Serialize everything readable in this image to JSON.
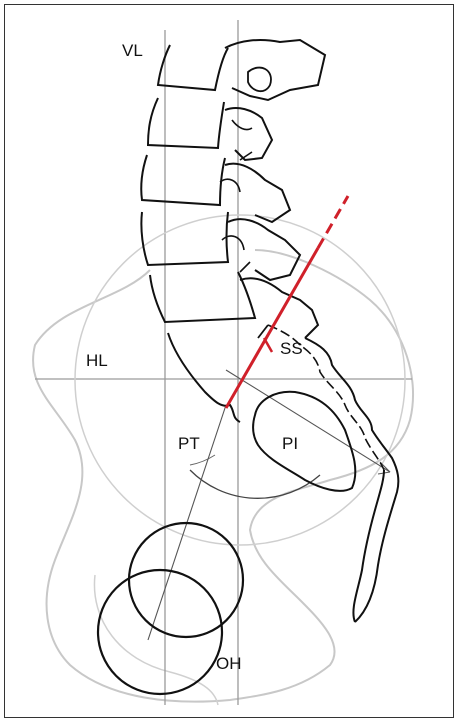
{
  "labels": {
    "vl": "VL",
    "hl": "HL",
    "ss": "SS",
    "pt": "PT",
    "pi": "PI",
    "oh": "OH"
  },
  "colors": {
    "bone_outline": "#111111",
    "reference_lines": "#9a9a9a",
    "pelvis_outline": "#c8c8c8",
    "sacral_slope_line": "#d0202a"
  }
}
